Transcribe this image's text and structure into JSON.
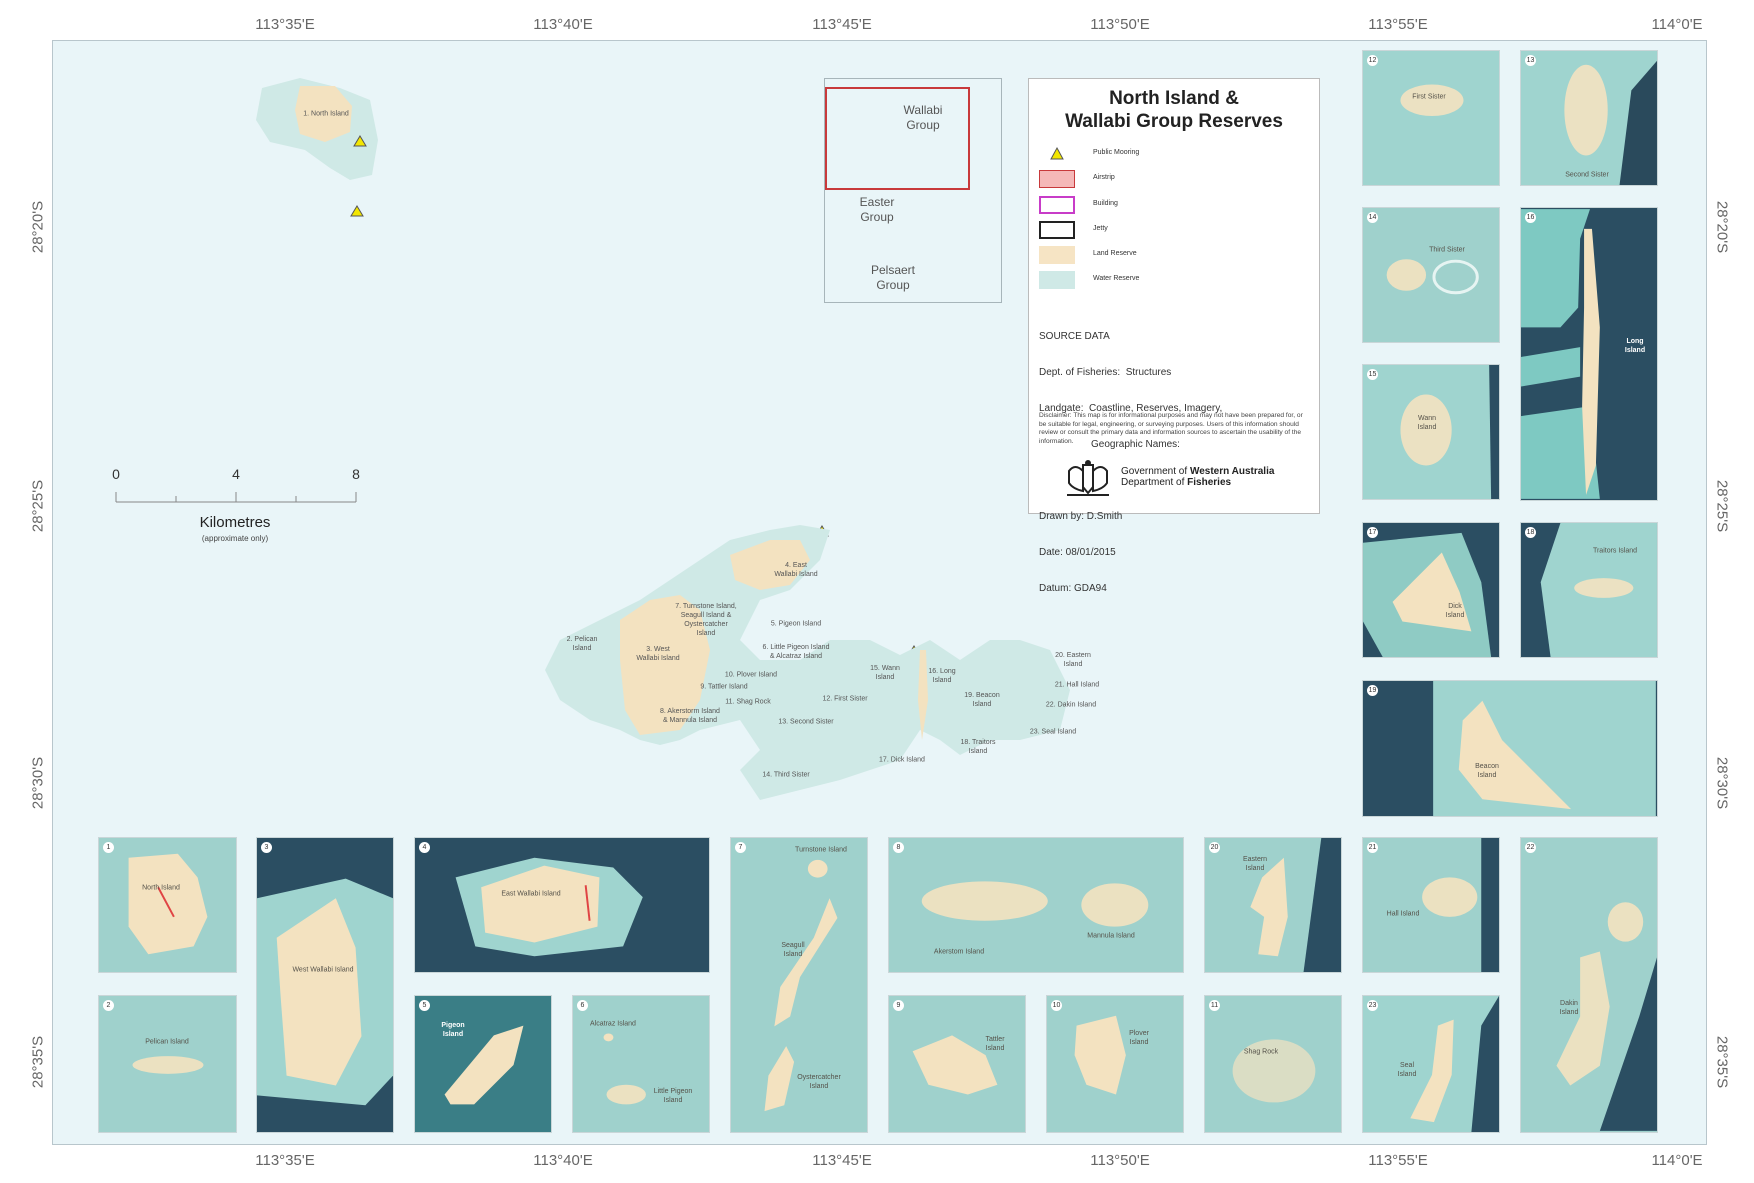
{
  "map": {
    "top_lon_labels": [
      "113°35'E",
      "113°40'E",
      "113°45'E",
      "113°50'E",
      "113°55'E",
      "114°0'E"
    ],
    "bottom_lon_labels": [
      "113°35'E",
      "113°40'E",
      "113°45'E",
      "113°50'E",
      "113°55'E",
      "114°0'E"
    ],
    "left_lat_labels": [
      "28°20'S",
      "28°25'S",
      "28°30'S",
      "28°35'S"
    ],
    "right_lat_labels": [
      "28°20'S",
      "28°25'S",
      "28°30'S",
      "28°35'S"
    ],
    "water_color": "#cfe9e6",
    "land_color": "#f3e2c0",
    "sea_background": "#e9f5f8"
  },
  "legend": {
    "title_line1": "North Island &",
    "title_line2": "Wallabi Group Reserves",
    "items": [
      {
        "label": "Public Mooring",
        "symbol": "mooring-icon",
        "color": "#f2e600"
      },
      {
        "label": "Airstrip",
        "symbol": "airstrip-swatch",
        "color": "#f5b8b8"
      },
      {
        "label": "Building",
        "symbol": "building-swatch",
        "color": "#c83cc8"
      },
      {
        "label": "Jetty",
        "symbol": "jetty-swatch",
        "color": "#222222"
      },
      {
        "label": "Land Reserve",
        "symbol": "land-reserve-swatch",
        "color": "#f6e4c4"
      },
      {
        "label": "Water Reserve",
        "symbol": "water-reserve-swatch",
        "color": "#cfe9e6"
      }
    ],
    "source_heading": "SOURCE DATA",
    "source_line1": "Dept. of Fisheries:  Structures",
    "source_line2": "Landgate:  Coastline, Reserves, Imagery,",
    "source_line3": "Geographic Names:",
    "drawn_by": "Drawn by: D.Smith",
    "date": "Date: 08/01/2015",
    "datum": "Datum: GDA94",
    "disclaimer": "Disclaimer: This map is for informational purposes and may not have been prepared for, or be suitable for legal, engineering, or surveying purposes. Users of this information should review or consult the primary data and information sources to ascertain the usability of the information.",
    "gov_prefix": "Government of",
    "gov_state": "Western Australia",
    "dept_prefix": "Department of",
    "dept_name": "Fisheries"
  },
  "inset": {
    "wallabi": "Wallabi\nGroup",
    "easter": "Easter\nGroup",
    "pelsaert": "Pelsaert\nGroup"
  },
  "scale": {
    "ticks": [
      "0",
      "4",
      "8"
    ],
    "unit": "Kilometres",
    "note": "(approximate only)"
  },
  "island_labels": [
    {
      "text": "1. North Island"
    },
    {
      "text": "2. Pelican\nIsland"
    },
    {
      "text": "3. West\nWallabi Island"
    },
    {
      "text": "4. East\nWallabi Island"
    },
    {
      "text": "5. Pigeon Island"
    },
    {
      "text": "6. Little Pigeon Island\n& Alcatraz Island"
    },
    {
      "text": "7. Turnstone Island,\nSeagull Island &\nOystercatcher\nIsland"
    },
    {
      "text": "8. Akerstorm Island\n& Mannula Island"
    },
    {
      "text": "9. Tattler Island"
    },
    {
      "text": "10. Plover Island"
    },
    {
      "text": "11. Shag Rock"
    },
    {
      "text": "12. First Sister"
    },
    {
      "text": "13. Second Sister"
    },
    {
      "text": "14. Third Sister"
    },
    {
      "text": "15. Wann\nIsland"
    },
    {
      "text": "16. Long\nIsland"
    },
    {
      "text": "17. Dick Island"
    },
    {
      "text": "18. Traitors\nIsland"
    },
    {
      "text": "19. Beacon\nIsland"
    },
    {
      "text": "20. Eastern\nIsland"
    },
    {
      "text": "21. Hall Island"
    },
    {
      "text": "22. Dakin Island"
    },
    {
      "text": "23. Seal Island"
    }
  ],
  "panels": [
    {
      "num": "1",
      "labels": [
        "North Island"
      ]
    },
    {
      "num": "2",
      "labels": [
        "Pelican Island"
      ]
    },
    {
      "num": "3",
      "labels": [
        "West Wallabi Island"
      ]
    },
    {
      "num": "4",
      "labels": [
        "East Wallabi Island"
      ]
    },
    {
      "num": "5",
      "labels": [
        "Pigeon\nIsland"
      ]
    },
    {
      "num": "6",
      "labels": [
        "Alcatraz Island",
        "Little Pigeon\nIsland"
      ]
    },
    {
      "num": "7",
      "labels": [
        "Turnstone Island",
        "Seagull\nIsland",
        "Oystercatcher\nIsland"
      ]
    },
    {
      "num": "8",
      "labels": [
        "Akerstom Island",
        "Mannula Island"
      ]
    },
    {
      "num": "9",
      "labels": [
        "Tattler\nIsland"
      ]
    },
    {
      "num": "10",
      "labels": [
        "Plover\nIsland"
      ]
    },
    {
      "num": "11",
      "labels": [
        "Shag Rock"
      ]
    },
    {
      "num": "12",
      "labels": [
        "First Sister"
      ]
    },
    {
      "num": "13",
      "labels": [
        "Second Sister"
      ]
    },
    {
      "num": "14",
      "labels": [
        "Third Sister"
      ]
    },
    {
      "num": "15",
      "labels": [
        "Wann\nIsland"
      ]
    },
    {
      "num": "16",
      "labels": [
        "Long\nIsland"
      ]
    },
    {
      "num": "17",
      "labels": [
        "Dick\nIsland"
      ]
    },
    {
      "num": "18",
      "labels": [
        "Traitors Island"
      ]
    },
    {
      "num": "19",
      "labels": [
        "Beacon\nIsland"
      ]
    },
    {
      "num": "20",
      "labels": [
        "Eastern\nIsland"
      ]
    },
    {
      "num": "21",
      "labels": [
        "Hall Island"
      ]
    },
    {
      "num": "22",
      "labels": [
        "Dakin\nIsland"
      ]
    },
    {
      "num": "23",
      "labels": [
        "Seal\nIsland"
      ]
    }
  ]
}
